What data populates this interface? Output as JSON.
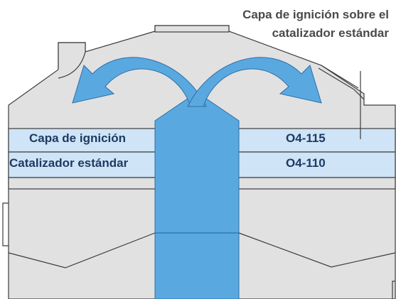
{
  "callout": {
    "line1": "Capa de ignición sobre el",
    "line2": "catalizador estándar"
  },
  "layers": [
    {
      "label": "Capa de ignición",
      "code": "O4-115"
    },
    {
      "label": "Catalizador estándar",
      "code": "O4-110"
    }
  ],
  "colors": {
    "housing": "#e1e1e1",
    "housing_outline": "#3c3c3c",
    "layer_fill": "#cfe4f6",
    "flow_blue": "#59a9e0",
    "text_dark": "#1e3a64",
    "callout_text": "#4a4a4a"
  },
  "icons": {
    "flow": "curved-arrow-icon",
    "inlet": "up-arrow-icon"
  }
}
